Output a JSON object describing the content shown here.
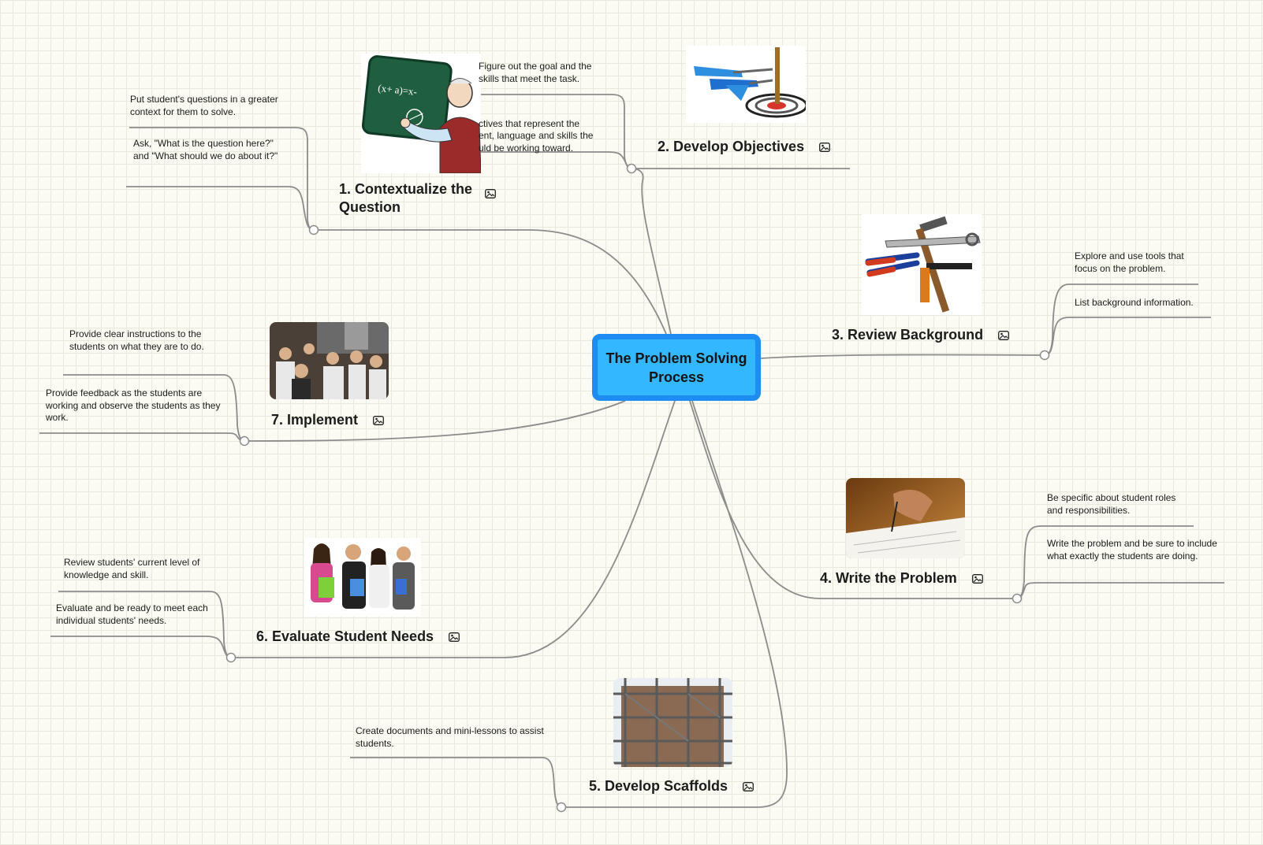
{
  "central_topic": "The Problem Solving Process",
  "branches": [
    {
      "title": "1. Contextualize the Question",
      "image": "teacher-at-chalkboard",
      "notes": [
        "Put student's questions in a greater context for them to solve.",
        "Ask, \"What is the question here?\" and \"What should we do about it?\""
      ]
    },
    {
      "title": "2. Develop Objectives",
      "image": "darts-on-target",
      "notes": [
        "Figure out the goal and the skills that meet the task.",
        "ctives that represent the\nent, language and skills the\nuld be working toward."
      ]
    },
    {
      "title": "3. Review Background",
      "image": "tools",
      "notes": [
        "Explore and use tools that focus on the problem.",
        "List background information."
      ]
    },
    {
      "title": "4. Write the Problem",
      "image": "hand-writing",
      "notes": [
        "Be specific about student roles and responsibilities.",
        "Write the problem and be sure to include what exactly the students are doing."
      ]
    },
    {
      "title": "5. Develop Scaffolds",
      "image": "scaffolding",
      "notes": [
        "Create documents and mini-lessons to assist students."
      ]
    },
    {
      "title": "6. Evaluate Student Needs",
      "image": "group-of-students",
      "notes": [
        "Review students' current level of knowledge and skill.",
        "Evaluate and be ready to meet each individual students' needs."
      ]
    },
    {
      "title": "7. Implement",
      "image": "classroom",
      "notes": [
        "Provide clear instructions to the students on what they are to do.",
        "Provide feedback as the students are working and observe the students as they work."
      ]
    }
  ],
  "colors": {
    "central_fill": "#33b7ff",
    "central_border": "#1e8cf3",
    "line": "#8c8c8c"
  }
}
